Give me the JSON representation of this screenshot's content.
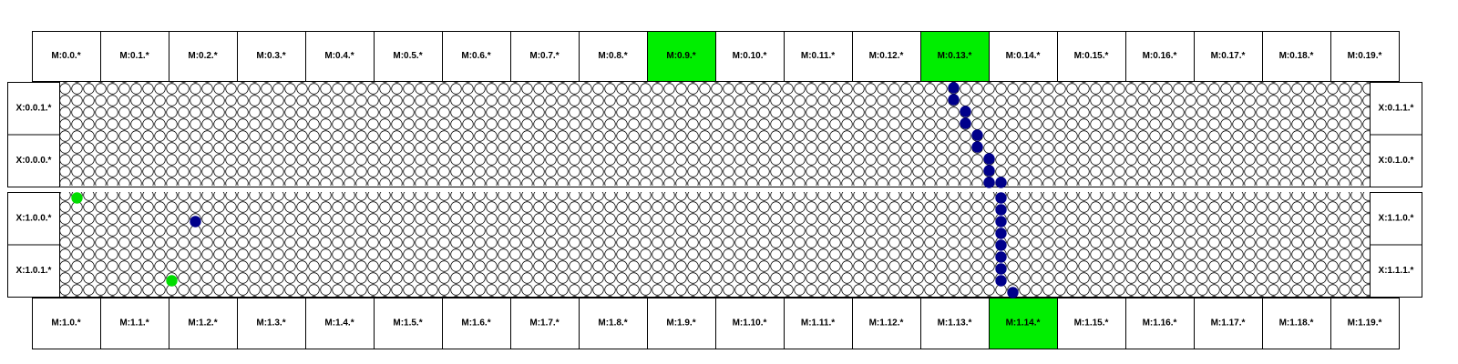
{
  "colors": {
    "background": "#ffffff",
    "border": "#000000",
    "highlight": "#00ee00",
    "dot_blue": "#00008b",
    "dot_green": "#00dd00",
    "empty_cell_fill": "#ffffff",
    "text": "#000000"
  },
  "top_modules": {
    "labels": [
      "M:0.0.*",
      "M:0.1.*",
      "M:0.2.*",
      "M:0.3.*",
      "M:0.4.*",
      "M:0.5.*",
      "M:0.6.*",
      "M:0.7.*",
      "M:0.8.*",
      "M:0.9.*",
      "M:0.10.*",
      "M:0.11.*",
      "M:0.12.*",
      "M:0.13.*",
      "M:0.14.*",
      "M:0.15.*",
      "M:0.16.*",
      "M:0.17.*",
      "M:0.18.*",
      "M:0.19.*"
    ],
    "highlighted": [
      9,
      13
    ]
  },
  "bottom_modules": {
    "labels": [
      "M:1.0.*",
      "M:1.1.*",
      "M:1.2.*",
      "M:1.3.*",
      "M:1.4.*",
      "M:1.5.*",
      "M:1.6.*",
      "M:1.7.*",
      "M:1.8.*",
      "M:1.9.*",
      "M:1.10.*",
      "M:1.11.*",
      "M:1.12.*",
      "M:1.13.*",
      "M:1.14.*",
      "M:1.15.*",
      "M:1.16.*",
      "M:1.17.*",
      "M:1.18.*",
      "M:1.19.*"
    ],
    "highlighted": [
      14
    ]
  },
  "panels": [
    {
      "left_labels": [
        "X:0.0.1.*",
        "X:0.0.0.*"
      ],
      "right_labels": [
        "X:0.1.1.*",
        "X:0.1.0.*"
      ],
      "dots": [
        {
          "col": 75,
          "row": 0,
          "color": "blue"
        },
        {
          "col": 75,
          "row": 1,
          "color": "blue"
        },
        {
          "col": 76,
          "row": 2,
          "color": "blue"
        },
        {
          "col": 76,
          "row": 3,
          "color": "blue"
        },
        {
          "col": 77,
          "row": 4,
          "color": "blue"
        },
        {
          "col": 77,
          "row": 5,
          "color": "blue"
        },
        {
          "col": 78,
          "row": 6,
          "color": "blue"
        },
        {
          "col": 78,
          "row": 7,
          "color": "blue"
        },
        {
          "col": 78,
          "row": 8,
          "color": "blue"
        },
        {
          "col": 79,
          "row": 8,
          "color": "blue"
        }
      ]
    },
    {
      "left_labels": [
        "X:1.0.0.*",
        "X:1.0.1.*"
      ],
      "right_labels": [
        "X:1.1.0.*",
        "X:1.1.1.*"
      ],
      "dots": [
        {
          "col": 1,
          "row": 0,
          "color": "green"
        },
        {
          "col": 11,
          "row": 2,
          "color": "blue"
        },
        {
          "col": 9,
          "row": 7,
          "color": "green"
        },
        {
          "col": 79,
          "row": 0,
          "color": "blue"
        },
        {
          "col": 79,
          "row": 1,
          "color": "blue"
        },
        {
          "col": 79,
          "row": 2,
          "color": "blue"
        },
        {
          "col": 79,
          "row": 3,
          "color": "blue"
        },
        {
          "col": 79,
          "row": 4,
          "color": "blue"
        },
        {
          "col": 79,
          "row": 5,
          "color": "blue"
        },
        {
          "col": 79,
          "row": 6,
          "color": "blue"
        },
        {
          "col": 79,
          "row": 7,
          "color": "blue"
        },
        {
          "col": 80,
          "row": 8,
          "color": "blue"
        }
      ]
    }
  ]
}
